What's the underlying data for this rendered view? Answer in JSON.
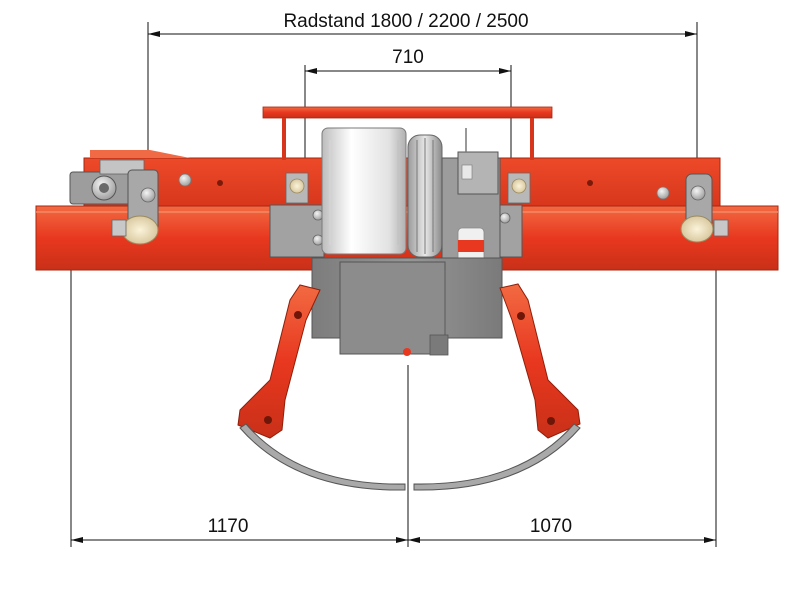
{
  "dimensions": {
    "wheelbase": "Radstand 1800 / 2200 / 2500",
    "center": "710",
    "left": "1170",
    "right": "1070"
  },
  "colors": {
    "frame_red": "#e8381f",
    "frame_red_light": "#f0603c",
    "frame_red_dark": "#b82a14",
    "gray_body": "#8d8d8d",
    "gray_dark": "#6a6a6a",
    "motor_white": "#ededed",
    "line": "#111111"
  }
}
